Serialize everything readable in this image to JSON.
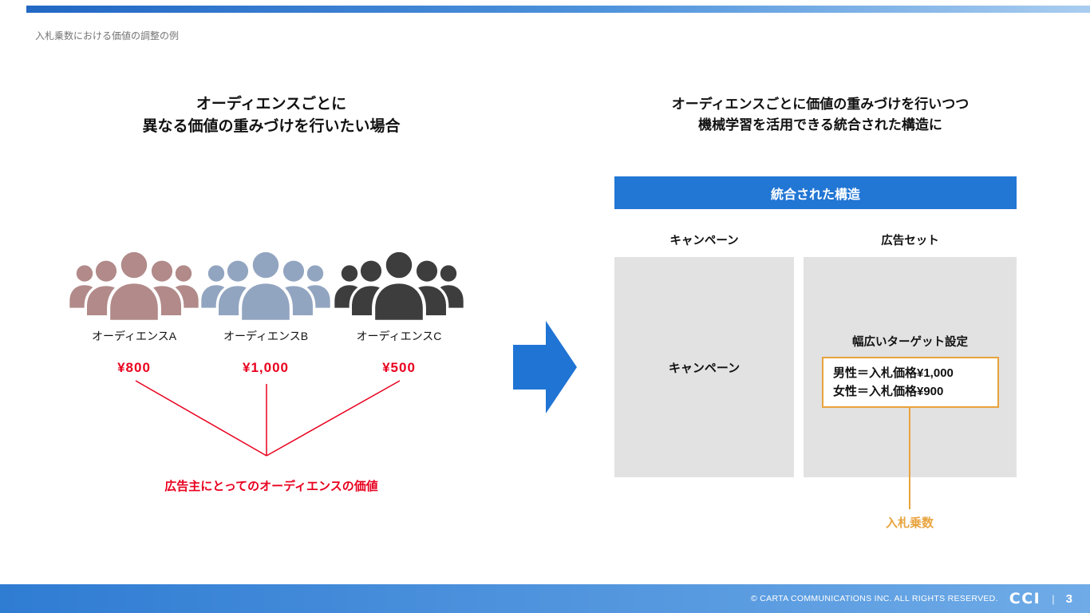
{
  "page": {
    "header_label": "入札乗数における価値の調整の例",
    "accent_blue": "#2276d4"
  },
  "left_panel": {
    "title_line1": "オーディエンスごとに",
    "title_line2": "異なる価値の重みづけを行いたい場合",
    "audiences": [
      {
        "label": "オーディエンスA",
        "price": "¥800",
        "color": "#b18a89"
      },
      {
        "label": "オーディエンスB",
        "price": "¥1,000",
        "color": "#92a5c0"
      },
      {
        "label": "オーディエンスC",
        "price": "¥500",
        "color": "#3d3d3d"
      }
    ],
    "caption": "広告主にとってのオーディエンスの価値",
    "accent_red": "#e8001e",
    "icons": {
      "audience_group": "crowd-icon"
    }
  },
  "flow": {
    "arrow_icon": "arrow-right-icon",
    "arrow_color": "#2074d4"
  },
  "right_panel": {
    "title_line1": "オーディエンスごとに価値の重みづけを行いつつ",
    "title_line2": "機械学習を活用できる統合された構造に",
    "band_label": "統合された構造",
    "campaign_heading": "キャンペーン",
    "adset_heading": "広告セット",
    "campaign_body": "キャンペーン",
    "target_label": "幅広いターゲット設定",
    "bid_line1": "男性＝入札価格¥1,000",
    "bid_line2": "女性＝入札価格¥900",
    "callout": "入札乗数",
    "accent_orange": "#e8a33d",
    "box_gray": "#e2e2e2"
  },
  "footer": {
    "copyright": "© CARTA COMMUNICATIONS INC.  ALL RIGHTS RESERVED.",
    "logo_text": "CCI",
    "separator": "|",
    "page_number": "3"
  }
}
